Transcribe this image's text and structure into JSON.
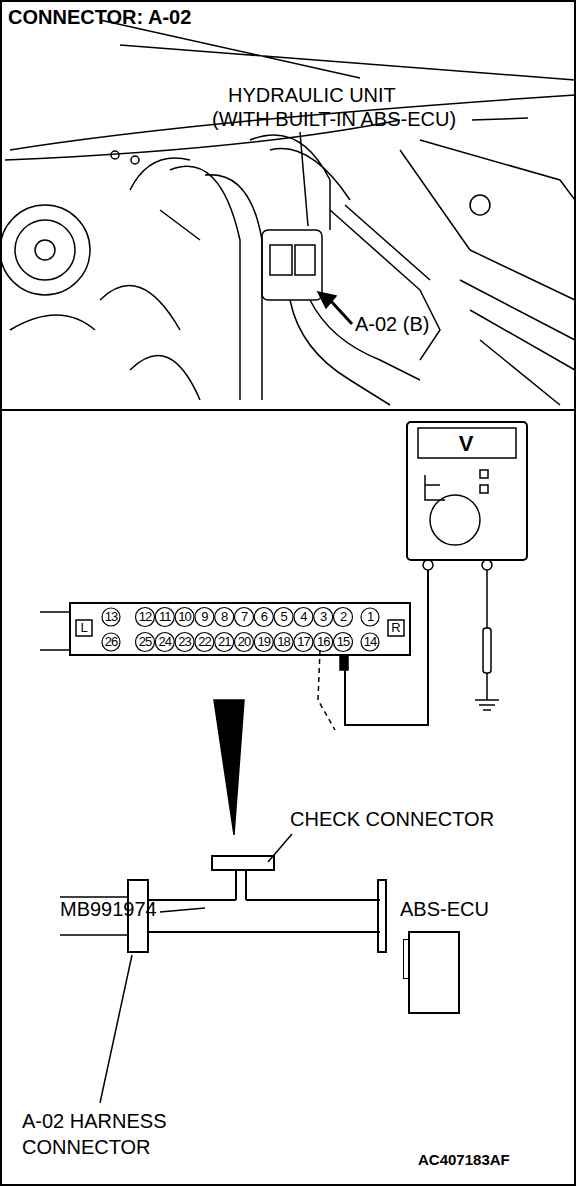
{
  "diagram": {
    "title": "CONNECTOR: A-02",
    "nodes": [
      {
        "text": [
          "ABS-ECU"
        ]
      }
    ],
    "labels": [
      "HYDRAULIC UNIT",
      "(WITH BUILT-IN ABS-ECU)",
      "A-02 (B)",
      "V",
      "L",
      "R",
      "13",
      "12",
      "11",
      "10",
      "9",
      "8",
      "7",
      "6",
      "5",
      "4",
      "3",
      "2",
      "1",
      "26",
      "25",
      "24",
      "23",
      "22",
      "21",
      "20",
      "19",
      "18",
      "17",
      "16",
      "15",
      "14",
      "CHECK CONNECTOR",
      "MB991974",
      "A-02 HARNESS CONNECTOR",
      "AC407183AF"
    ]
  }
}
